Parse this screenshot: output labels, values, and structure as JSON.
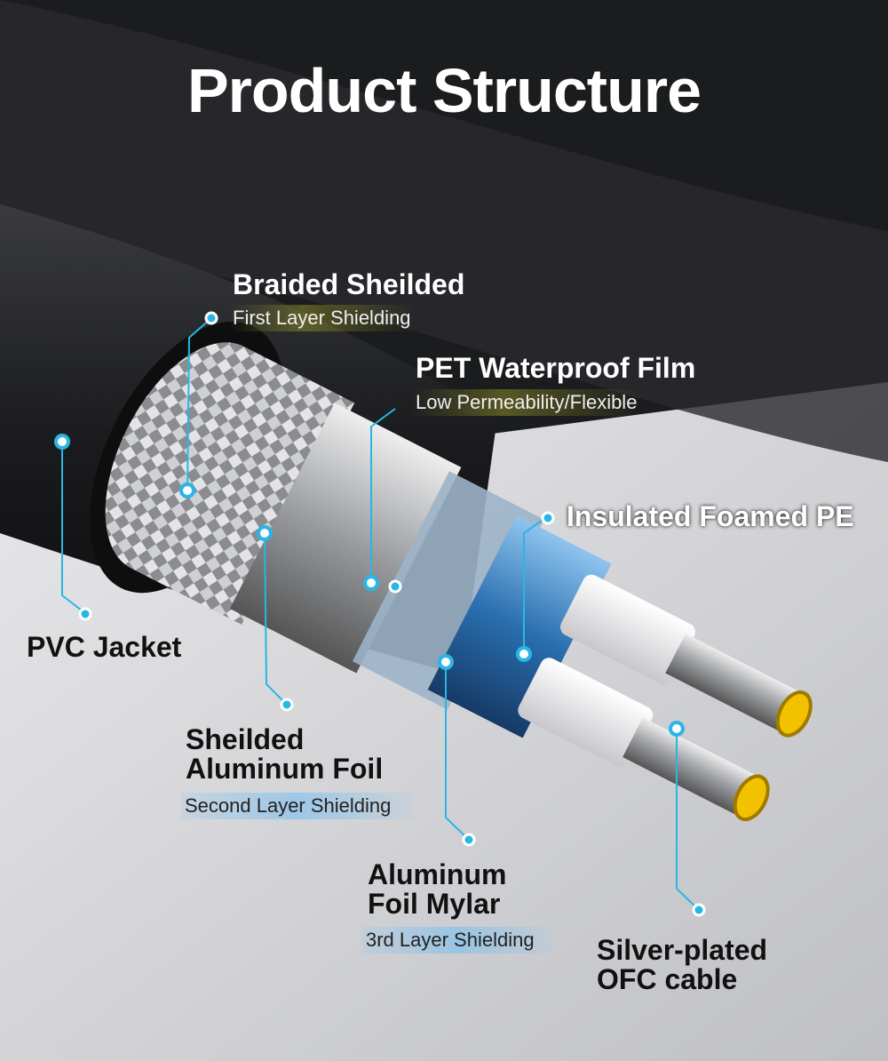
{
  "title": "Product Structure",
  "layers": [
    {
      "name": "Braided Sheilded",
      "sub": "First Layer Shielding"
    },
    {
      "name": "PET Waterproof Film",
      "sub": "Low Permeability/Flexible"
    },
    {
      "name": "Insulated Foamed PE"
    },
    {
      "name": "PVC Jacket"
    },
    {
      "name_line1": "Sheilded",
      "name_line2": "Aluminum Foil",
      "sub": "Second Layer Shielding"
    },
    {
      "name_line1": "Aluminum",
      "name_line2": "Foil Mylar",
      "sub": "3rd Layer Shielding"
    },
    {
      "name_line1": "Silver-plated",
      "name_line2": "OFC cable"
    }
  ],
  "colors": {
    "accent": "#29b6e6",
    "gold": "#f2c200"
  }
}
